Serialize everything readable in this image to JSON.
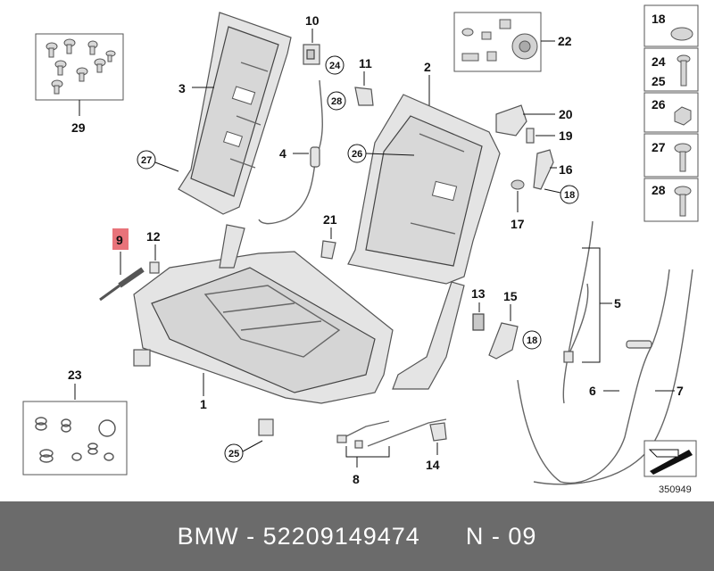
{
  "footer": {
    "brand": "BMW",
    "sep1": " - ",
    "part_number": "52209149474",
    "gap": "      ",
    "position": "N - 09"
  },
  "diagram": {
    "reference": "350949",
    "highlight_color": "#e8737a",
    "labels": {
      "l1": "1",
      "l2": "2",
      "l3": "3",
      "l4": "4",
      "l5": "5",
      "l6": "6",
      "l7": "7",
      "l8": "8",
      "l9": "9",
      "l10": "10",
      "l11": "11",
      "l12": "12",
      "l13": "13",
      "l14": "14",
      "l15": "15",
      "l16": "16",
      "l17": "17",
      "l18a": "18",
      "l18b": "18",
      "l19": "19",
      "l20": "20",
      "l21": "21",
      "l22": "22",
      "l23": "23",
      "l24": "24",
      "l25": "25",
      "l26": "26",
      "l27": "27",
      "l28": "28",
      "l29": "29"
    },
    "circled": {
      "c24": "24",
      "c28": "28",
      "c26": "26",
      "c27": "27",
      "c25": "25",
      "c18a": "18",
      "c18b": "18"
    },
    "sidebar": {
      "s18": "18",
      "s24": "24",
      "s25": "25",
      "s26": "26",
      "s27": "27",
      "s28": "28"
    }
  }
}
